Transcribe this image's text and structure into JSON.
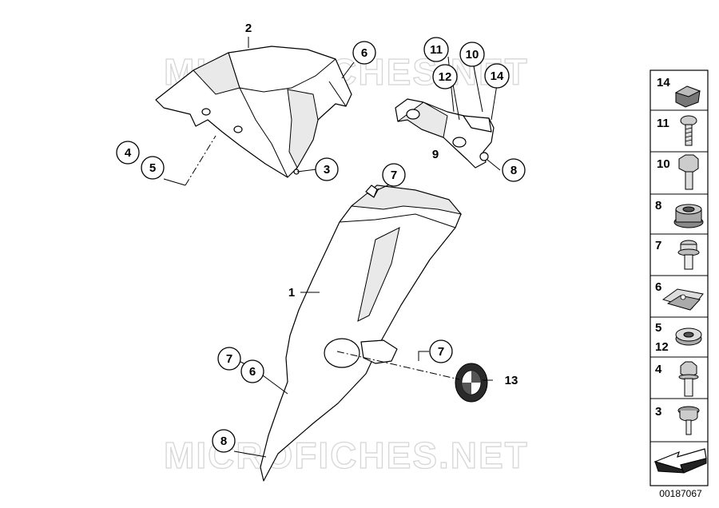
{
  "watermark": {
    "top": "MICROFICHES.NET",
    "bottom": "MICROFICHES.NET"
  },
  "callouts": {
    "c2": "2",
    "c6a": "6",
    "c4": "4",
    "c5": "5",
    "c3": "3",
    "c11": "11",
    "c10": "10",
    "c12": "12",
    "c14": "14",
    "c9": "9",
    "c8a": "8",
    "c7a": "7",
    "c1": "1",
    "c7b": "7",
    "c6b": "6",
    "c7c": "7",
    "c13": "13",
    "c8b": "8"
  },
  "side_parts": [
    {
      "label": "14",
      "icon": "rubber-cap-icon"
    },
    {
      "label": "11",
      "icon": "pan-screw-icon"
    },
    {
      "label": "10",
      "icon": "hex-bolt-icon"
    },
    {
      "label": "8",
      "icon": "grommet-icon"
    },
    {
      "label": "7",
      "icon": "collar-screw-icon"
    },
    {
      "label": "6",
      "icon": "speed-nut-icon"
    },
    {
      "label": "5\n12",
      "label_top": "5",
      "label_bottom": "12",
      "icon": "washer-icon"
    },
    {
      "label": "4",
      "icon": "flange-bolt-icon"
    },
    {
      "label": "3",
      "icon": "expanding-rivet-icon"
    },
    {
      "label": "",
      "icon": "arrow-icon"
    }
  ],
  "diagram_number": "00187067"
}
